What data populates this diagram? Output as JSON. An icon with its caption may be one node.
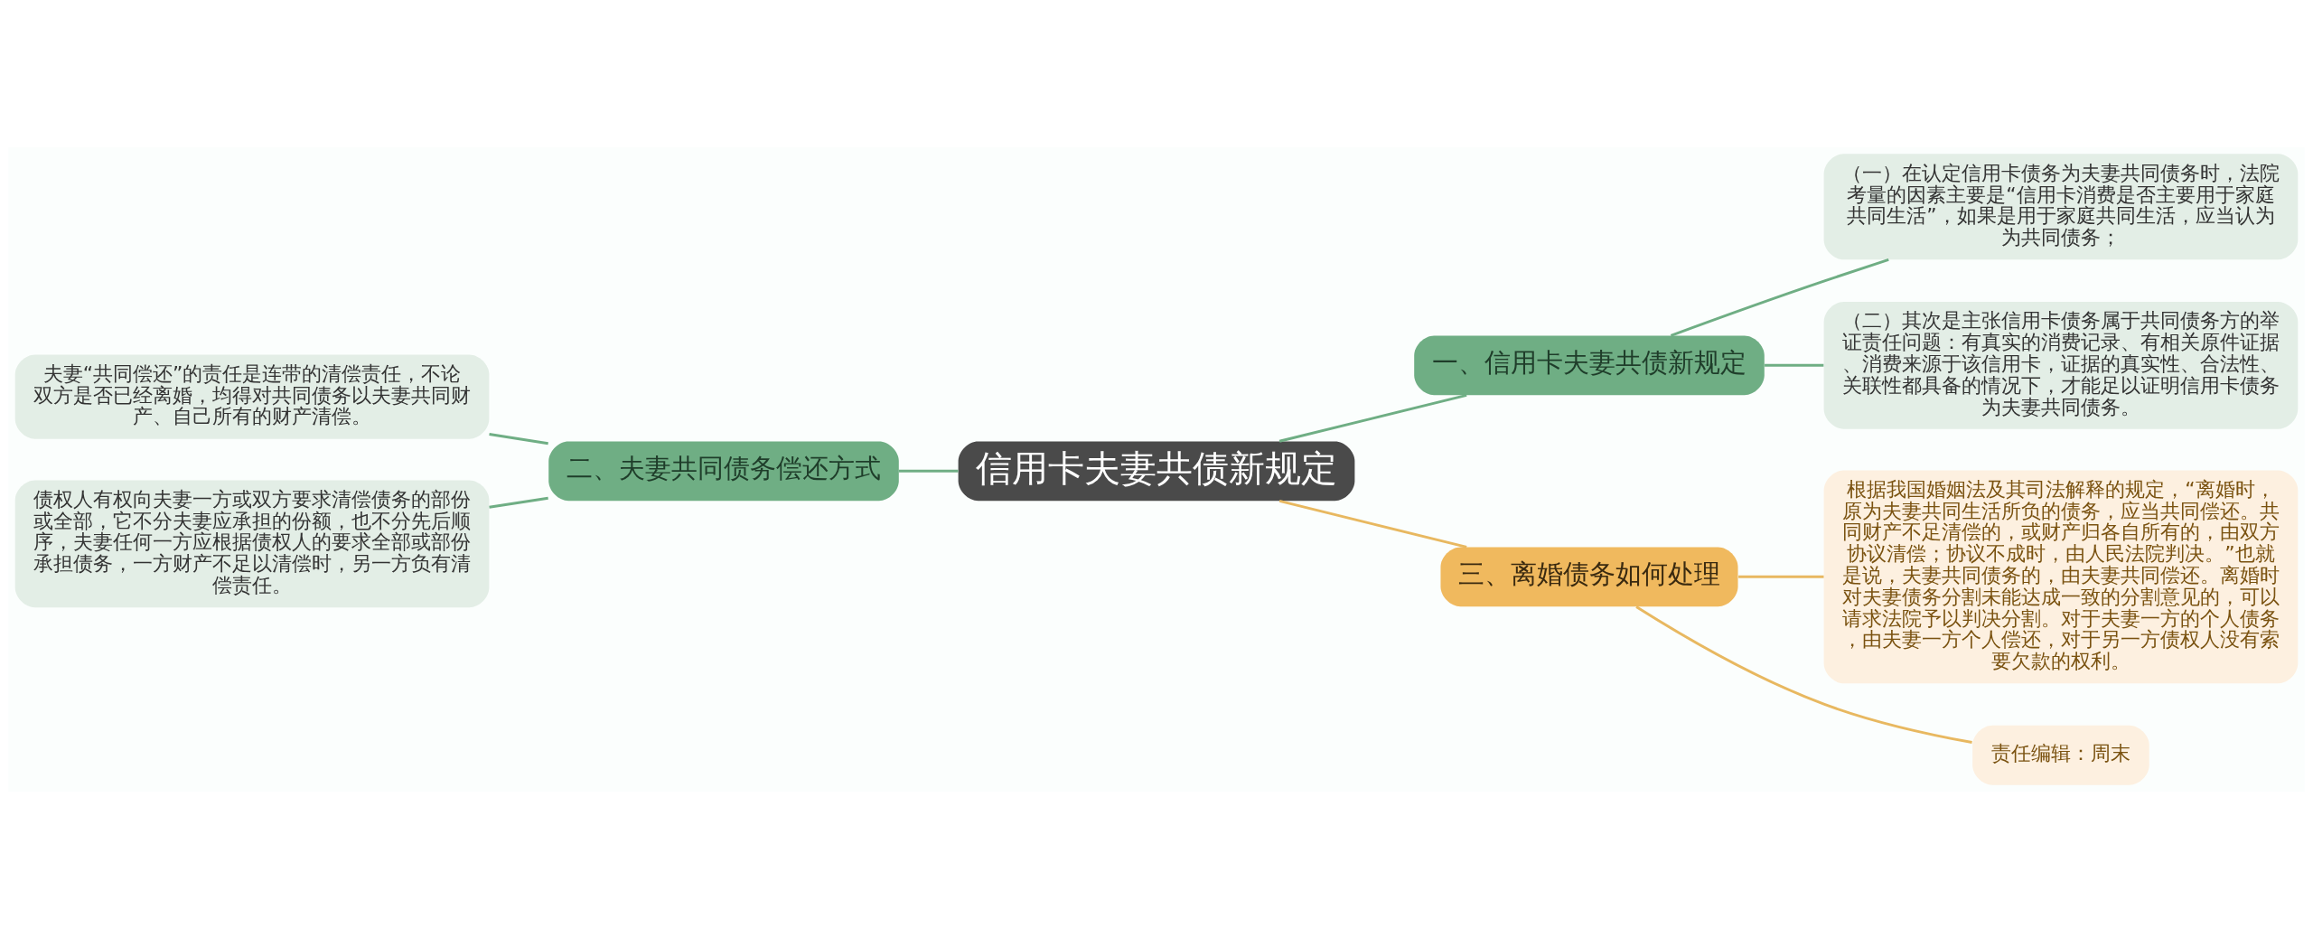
{
  "diagram": {
    "nodes": [
      {
        "text": [
          "信用卡夫妻共债新规定"
        ]
      },
      {
        "text": [
          "一、信用卡夫妻共债新规定"
        ]
      },
      {
        "text": [
          "（一）在认定信用卡债务为夫妻共同债务时，法院考量的因素主要是“信用卡消费是否主要用于家庭共同生活”，如果是用于家庭共同生活，应当认为为共同债务；"
        ]
      },
      {
        "text": [
          "（二）其次是主张信用卡债务属于共同债务方的举证责任问题：有真实的消费记录、有相关原件证据、消费来源于该信用卡，证据的真实性、合法性、关联性都具备的情况下，才能足以证明信用卡债务为夫妻共同债务。"
        ]
      },
      {
        "text": [
          "二、夫妻共同债务偿还方式"
        ]
      },
      {
        "text": [
          "夫妻“共同偿还”的责任是连带的清偿责任，不论双方是否已经离婚，均得对共同债务以夫妻共同财产、自己所有的财产清偿。"
        ]
      },
      {
        "text": [
          "债权人有权向夫妻一方或双方要求清偿债务的部份或全部，它不分夫妻应承担的份额，也不分先后顺序，夫妻任何一方应根据债权人的要求全部或部份承担债务，一方财产不足以清偿时，另一方负有清偿责任。"
        ]
      },
      {
        "text": [
          "三、离婚债务如何处理"
        ]
      },
      {
        "text": [
          "根据我国婚姻法及其司法解释的规定，“离婚时，原为夫妻共同生活所负的债务，应当共同偿还。共同财产不足清偿的，或财产归各自所有的，由双方协议清偿；协议不成时，由人民法院判决。”也就是说，夫妻共同债务的，由夫妻共同偿还。离婚时对夫妻债务分割未能达成一致的分割意见的，可以请求法院予以判决分割。对于夫妻一方的个人债务，由夫妻一方个人偿还，对于另一方债权人没有索要欠款的权利。"
        ]
      },
      {
        "text": [
          "责任编辑：周末"
        ]
      }
    ],
    "edges": [
      {
        "from": 0,
        "to": 1,
        "arrow": "none"
      },
      {
        "from": 1,
        "to": 2,
        "arrow": "none"
      },
      {
        "from": 1,
        "to": 3,
        "arrow": "none"
      },
      {
        "from": 0,
        "to": 4,
        "arrow": "none"
      },
      {
        "from": 4,
        "to": 5,
        "arrow": "none"
      },
      {
        "from": 4,
        "to": 6,
        "arrow": "none"
      },
      {
        "from": 0,
        "to": 7,
        "arrow": "none",
        "color": "#e8b860"
      },
      {
        "from": 7,
        "to": 8,
        "arrow": "none",
        "color": "#e8b860"
      },
      {
        "from": 7,
        "to": 9,
        "arrow": "none",
        "color": "#e8b860"
      }
    ]
  }
}
